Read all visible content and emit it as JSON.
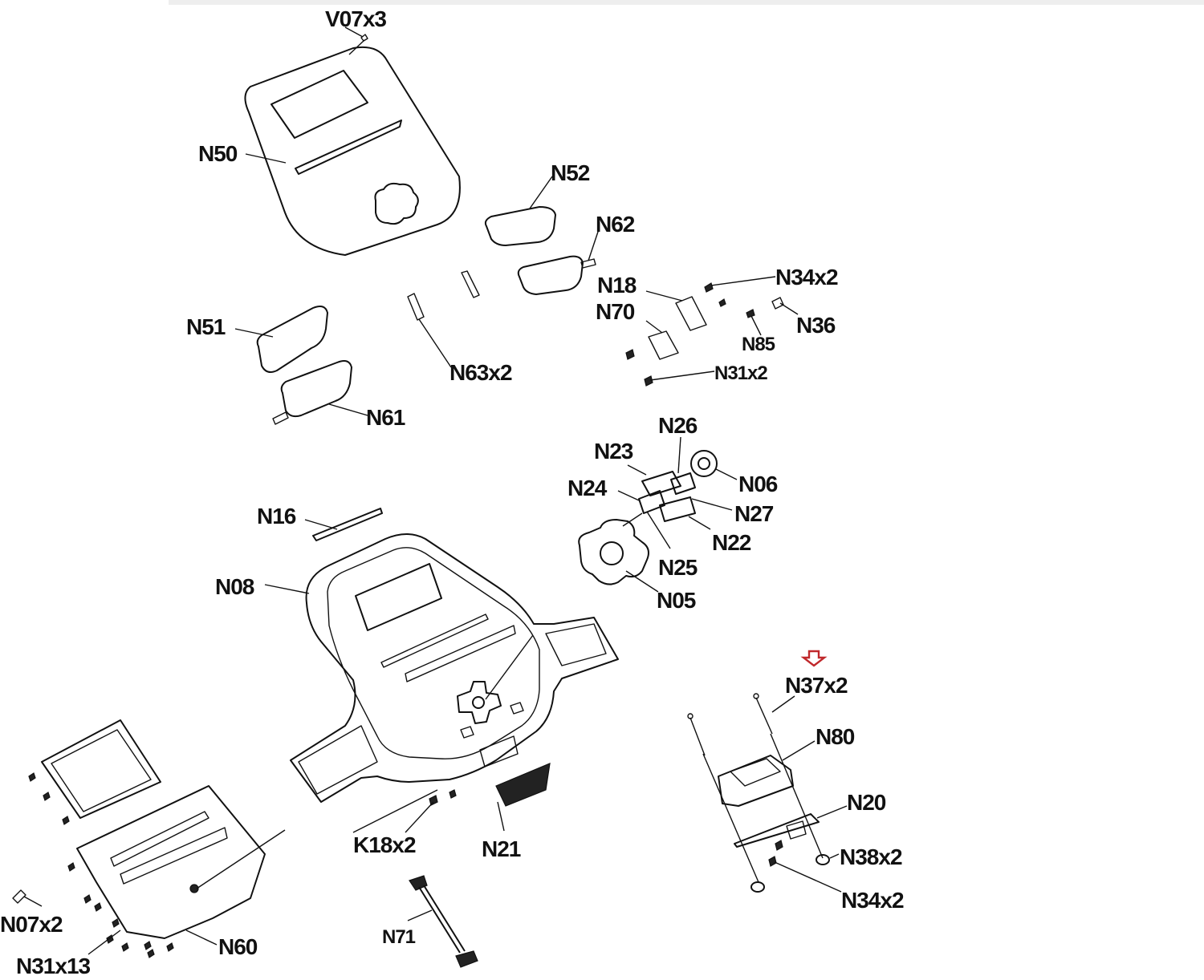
{
  "title": "Console exploded parts diagram",
  "highlight_color": "#c0282b",
  "highlighted_part": "N37x2",
  "labels": {
    "V07x3": "V07x3",
    "N50": "N50",
    "N52": "N52",
    "N62": "N62",
    "N18": "N18",
    "N70": "N70",
    "N34x2_top": "N34x2",
    "N85": "N85",
    "N36": "N36",
    "N31x2": "N31x2",
    "N51": "N51",
    "N63x2": "N63x2",
    "N61": "N61",
    "N26": "N26",
    "N23": "N23",
    "N06": "N06",
    "N24": "N24",
    "N27": "N27",
    "N22": "N22",
    "N25": "N25",
    "N05": "N05",
    "N16": "N16",
    "N08": "N08",
    "N37x2": "N37x2",
    "N80": "N80",
    "N20": "N20",
    "N38x2": "N38x2",
    "N34x2_bottom": "N34x2",
    "K18x2": "K18x2",
    "N21": "N21",
    "N71": "N71",
    "N07x2": "N07x2",
    "N60": "N60",
    "N31x13": "N31x13"
  }
}
